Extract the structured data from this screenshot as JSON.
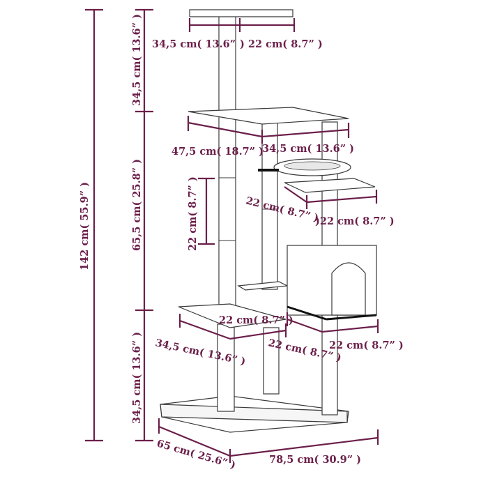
{
  "dimensions": {
    "total_height": "142 cm( 55.9” )",
    "bottom_section_height": "34,5 cm( 13.6” )",
    "middle_section_height": "65,5 cm( 25.8” )",
    "top_section_height": "34,5 cm( 13.6” )",
    "post_segment": "22 cm( 8.7” )",
    "top_platform_width": "34,5 cm( 13.6”",
    "top_platform_depth": ") 22 cm( 8.7” )",
    "second_platform_width": "47,5 cm( 18.7” )",
    "second_platform_depth": "34,5 cm( 13.6” )",
    "hammock_platform_depth": "22 cm( 8.7” )",
    "hammock_platform_width": ")22 cm( 8.7” )",
    "lower_left_platform_width": "22 cm( 8.7” )",
    "lower_left_platform_depth": "34,5 cm( 13.6” )",
    "condo_depth": "22 cm( 8.7” )",
    "condo_width": "22 cm( 8.7” )",
    "base_depth": "65 cm( 25.6” )",
    "base_width": "78,5 cm( 30.9” )"
  }
}
